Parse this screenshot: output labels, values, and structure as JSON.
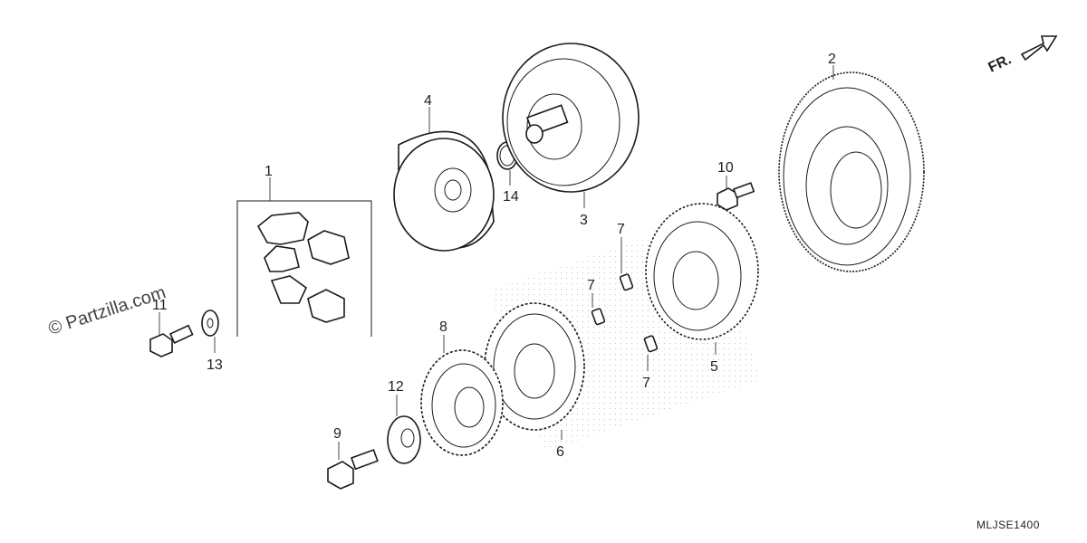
{
  "watermark": "© Partzilla.com",
  "diagram_code": "MLJSE1400",
  "front_indicator": "FR.",
  "callouts": [
    {
      "id": "c1",
      "text": "1"
    },
    {
      "id": "c2",
      "text": "2"
    },
    {
      "id": "c3",
      "text": "3"
    },
    {
      "id": "c4",
      "text": "4"
    },
    {
      "id": "c5",
      "text": "5"
    },
    {
      "id": "c6",
      "text": "6"
    },
    {
      "id": "c7a",
      "text": "7"
    },
    {
      "id": "c7b",
      "text": "7"
    },
    {
      "id": "c7c",
      "text": "7"
    },
    {
      "id": "c8",
      "text": "8"
    },
    {
      "id": "c9",
      "text": "9"
    },
    {
      "id": "c10",
      "text": "10"
    },
    {
      "id": "c11",
      "text": "11"
    },
    {
      "id": "c12",
      "text": "12"
    },
    {
      "id": "c13",
      "text": "13"
    },
    {
      "id": "c14",
      "text": "14"
    }
  ]
}
